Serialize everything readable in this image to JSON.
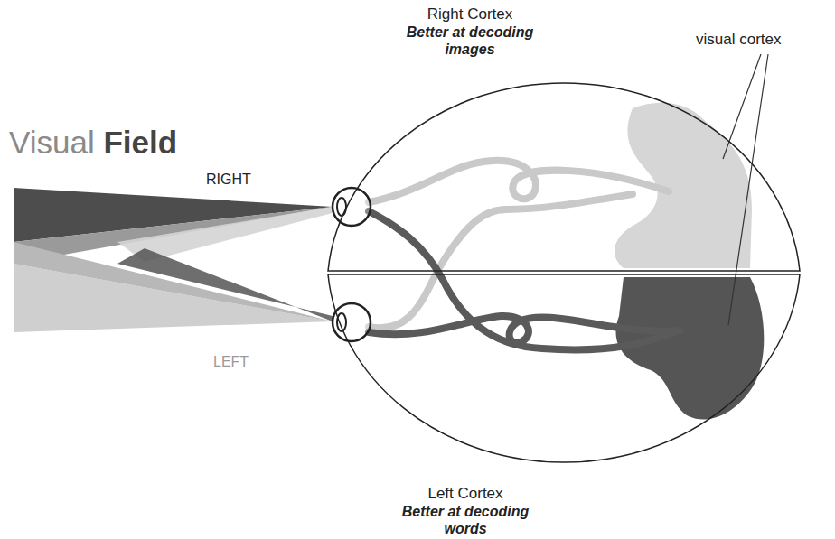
{
  "diagram": {
    "title": "Visual Field",
    "nodes": [
      {
        "text": [
          "Right Cortex",
          "Better at decoding images"
        ]
      },
      {
        "text": [
          "Left Cortex",
          "Better at decoding words"
        ]
      }
    ],
    "labels": [
      "RIGHT",
      "LEFT",
      "visual cortex"
    ]
  }
}
